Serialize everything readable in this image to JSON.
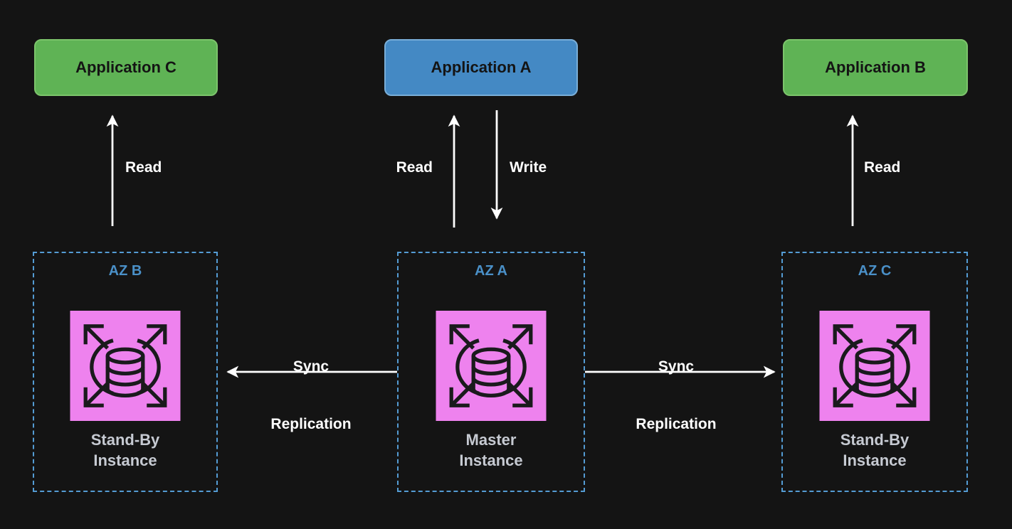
{
  "theme": {
    "background": "#141414",
    "green_fill": "#5fb355",
    "green_border": "#7cc46b",
    "blue_fill": "#4489c4",
    "blue_border": "#79aed8",
    "az_border": "#549cd4",
    "az_label": "#4a90c8",
    "pink_fill": "#ee82ee",
    "icon_stroke": "#1a1a1c",
    "instance_text": "#c6cad2",
    "arrow": "#ffffff",
    "app_text": "#141414"
  },
  "icons": {
    "database": "database-scale-out-icon"
  },
  "applications": [
    {
      "label": "Application C",
      "color": "green"
    },
    {
      "label": "Application A",
      "color": "blue"
    },
    {
      "label": "Application B",
      "color": "green"
    }
  ],
  "zones": [
    {
      "label": "AZ B",
      "instance": {
        "line1": "Stand-By",
        "line2": "Instance"
      }
    },
    {
      "label": "AZ A",
      "instance": {
        "line1": "Master",
        "line2": "Instance"
      }
    },
    {
      "label": "AZ C",
      "instance": {
        "line1": "Stand-By",
        "line2": "Instance"
      }
    }
  ],
  "edges": {
    "read_c": {
      "label": "Read",
      "direction": "up"
    },
    "read_a": {
      "label": "Read",
      "direction": "up"
    },
    "write_a": {
      "label": "Write",
      "direction": "down"
    },
    "read_b": {
      "label": "Read",
      "direction": "up"
    },
    "sync_left": {
      "line1": "Sync",
      "line2": "Replication",
      "direction": "left"
    },
    "sync_right": {
      "line1": "Sync",
      "line2": "Replication",
      "direction": "right"
    }
  }
}
